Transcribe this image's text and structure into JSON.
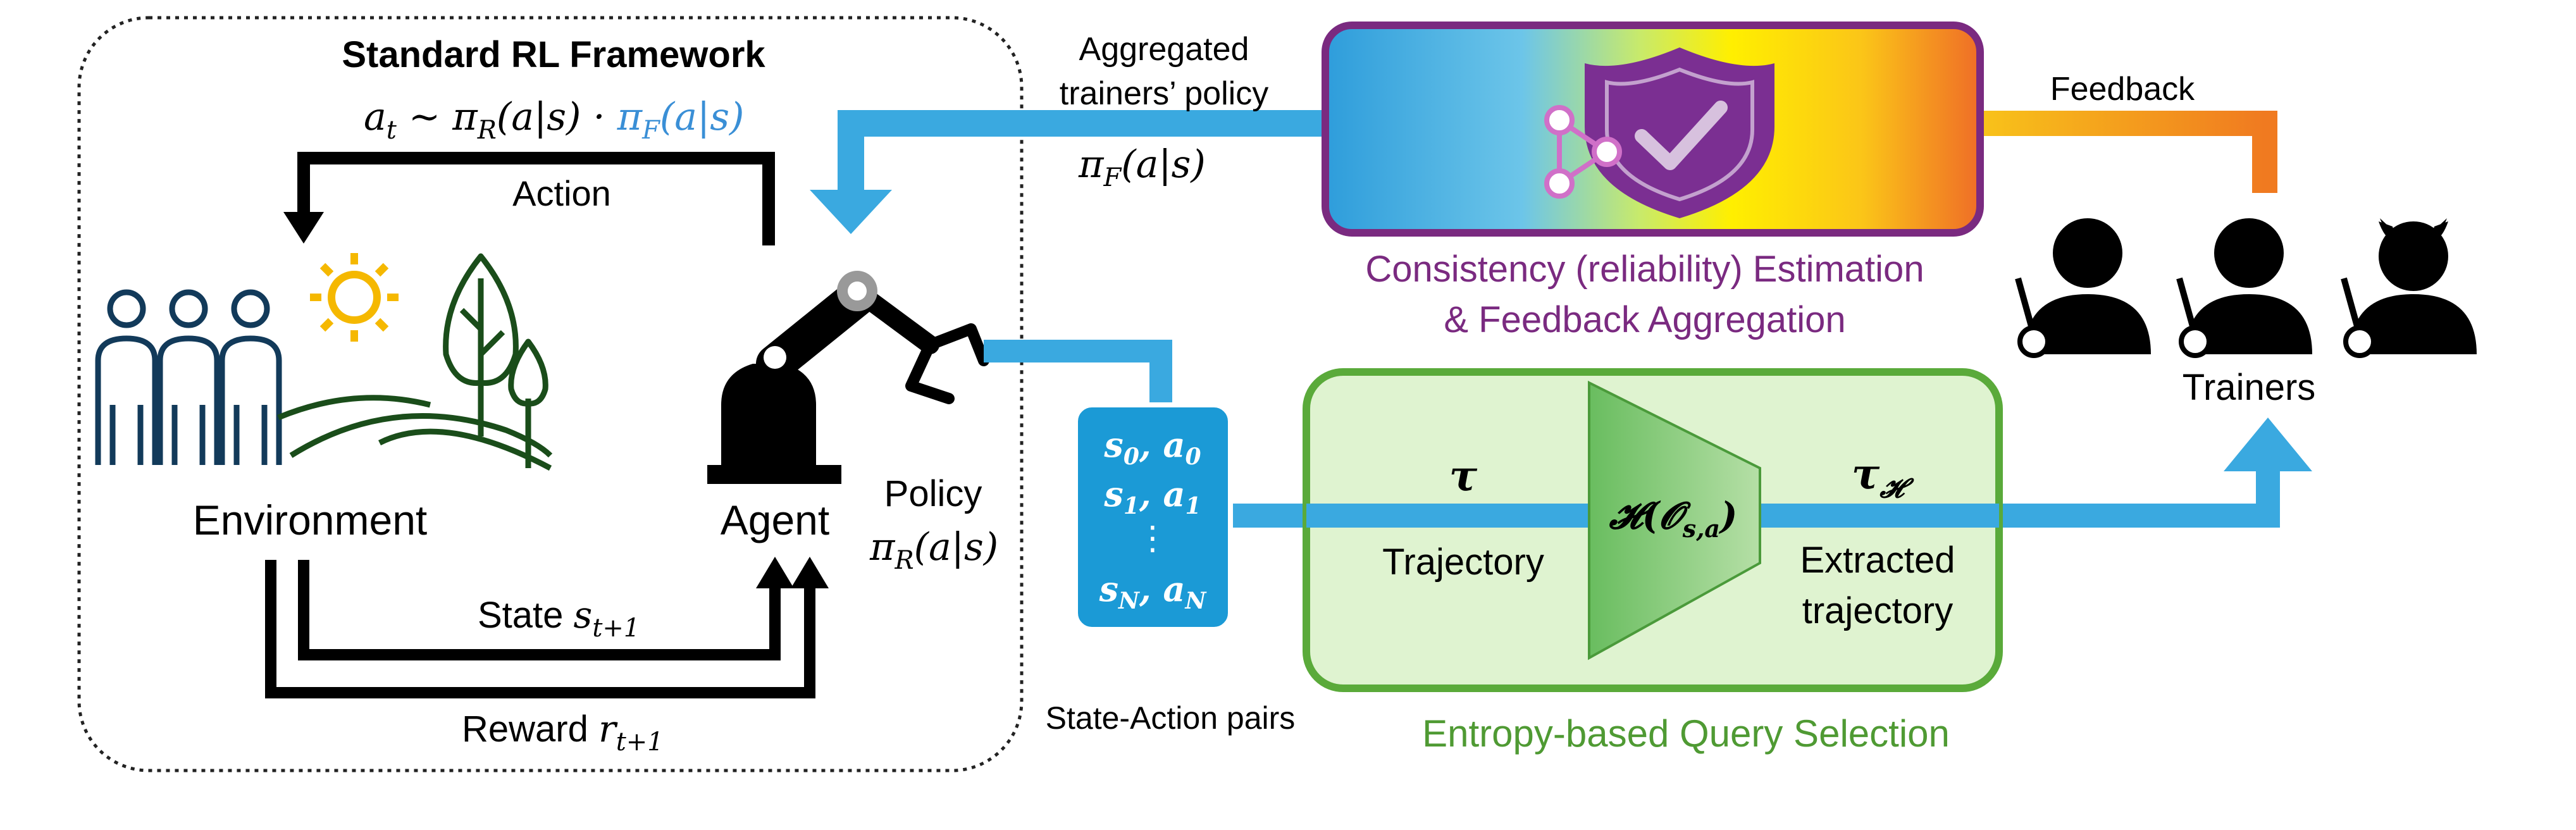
{
  "rl_framework": {
    "title": "Standard RL Framework",
    "action_formula_main": "a",
    "action_formula_sub": "t",
    "action_formula_mid": " ~ π",
    "action_formula_r": "R",
    "action_formula_arg1": "(a|s) · ",
    "action_formula_pf": "π",
    "action_formula_f": "F",
    "action_formula_arg2": "(a|s)",
    "action_label": "Action",
    "environment_label": "Environment",
    "agent_label": "Agent",
    "state_label": "State ",
    "state_var": "s",
    "state_sub": "t+1",
    "reward_label": "Reward ",
    "reward_var": "r",
    "reward_sub": "t+1",
    "policy_label": "Policy",
    "policy_pi": "π",
    "policy_sub": "R",
    "policy_arg": "(a|s)"
  },
  "aggregated": {
    "line1": "Aggregated",
    "line2": "trainers’ policy",
    "pi": "π",
    "sub": "F",
    "arg": "(a|s)"
  },
  "state_action_pairs": {
    "rows": [
      {
        "s": "s",
        "s_sub": "0",
        "a": "a",
        "a_sub": "0"
      },
      {
        "s": "s",
        "s_sub": "1",
        "a": "a",
        "a_sub": "1"
      },
      {
        "s": "s",
        "s_sub": "N",
        "a": "a",
        "a_sub": "N"
      }
    ],
    "ellipsis": "⋮",
    "label": "State-Action pairs"
  },
  "query_selection": {
    "tau": "τ",
    "trajectory_label": "Trajectory",
    "entropy_H": "𝓗(",
    "entropy_O": "𝓞",
    "entropy_sub": "s,a",
    "entropy_close": ")",
    "tau_h": "τ",
    "tau_h_sub": "𝓗",
    "extracted_line1": "Extracted",
    "extracted_line2": "trajectory",
    "caption": "Entropy-based Query Selection"
  },
  "consistency": {
    "caption_line1": "Consistency (reliability) Estimation",
    "caption_line2": "& Feedback Aggregation"
  },
  "feedback_label": "Feedback",
  "trainers_label": "Trainers",
  "colors": {
    "arrow_blue": "#3aa9e0",
    "black": "#000000",
    "green_border": "#5aaa3a",
    "green_fill": "#dff3d0",
    "green_text": "#4f9a33",
    "purple": "#7a2a80",
    "pi_f_blue": "#3a8fd6",
    "box_blue": "#1b9ad6",
    "orange": "#f07a20",
    "shield": "#7b2f92",
    "env_navy": "#123a5a",
    "env_green": "#1a4d1a",
    "sun": "#f5b800"
  },
  "icons": {
    "people": "people-group-icon",
    "sun": "sun-icon",
    "trees": "trees-icon",
    "robot": "robot-arm-icon",
    "shield": "shield-check-icon",
    "network": "network-nodes-icon",
    "trainer": "trainer-person-icon",
    "devil": "devil-trainer-icon"
  }
}
